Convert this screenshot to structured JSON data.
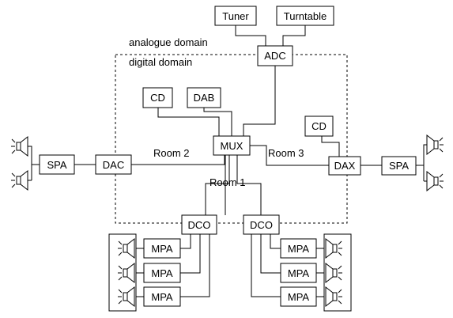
{
  "diagram": {
    "domains": {
      "analogue": "analogue domain",
      "digital": "digital domain"
    },
    "rooms": {
      "room1": "Room 1",
      "room2": "Room 2",
      "room3": "Room 3"
    },
    "blocks": {
      "tuner": "Tuner",
      "turntable": "Turntable",
      "adc": "ADC",
      "cd_left": "CD",
      "dab": "DAB",
      "mux": "MUX",
      "cd_right": "CD",
      "dac": "DAC",
      "spa_left": "SPA",
      "dax": "DAX",
      "spa_right": "SPA",
      "dco_left": "DCO",
      "dco_right": "DCO",
      "mpa_left_1": "MPA",
      "mpa_left_2": "MPA",
      "mpa_left_3": "MPA",
      "mpa_right_1": "MPA",
      "mpa_right_2": "MPA",
      "mpa_right_3": "MPA"
    },
    "icons": {
      "speaker": "speaker-icon"
    }
  }
}
